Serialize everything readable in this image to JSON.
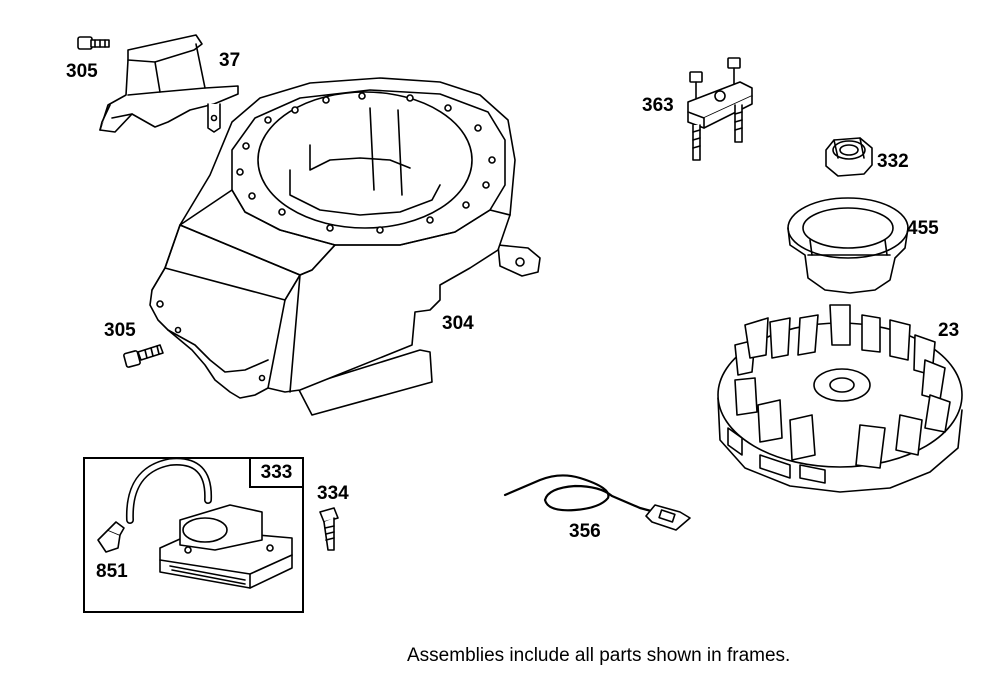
{
  "parts": {
    "p305_top": "305",
    "p37": "37",
    "p305_left": "305",
    "p304": "304",
    "p363": "363",
    "p332": "332",
    "p455": "455",
    "p23": "23",
    "p333": "333",
    "p334": "334",
    "p851": "851",
    "p356": "356"
  },
  "footnote": "Assemblies include all parts shown in frames."
}
